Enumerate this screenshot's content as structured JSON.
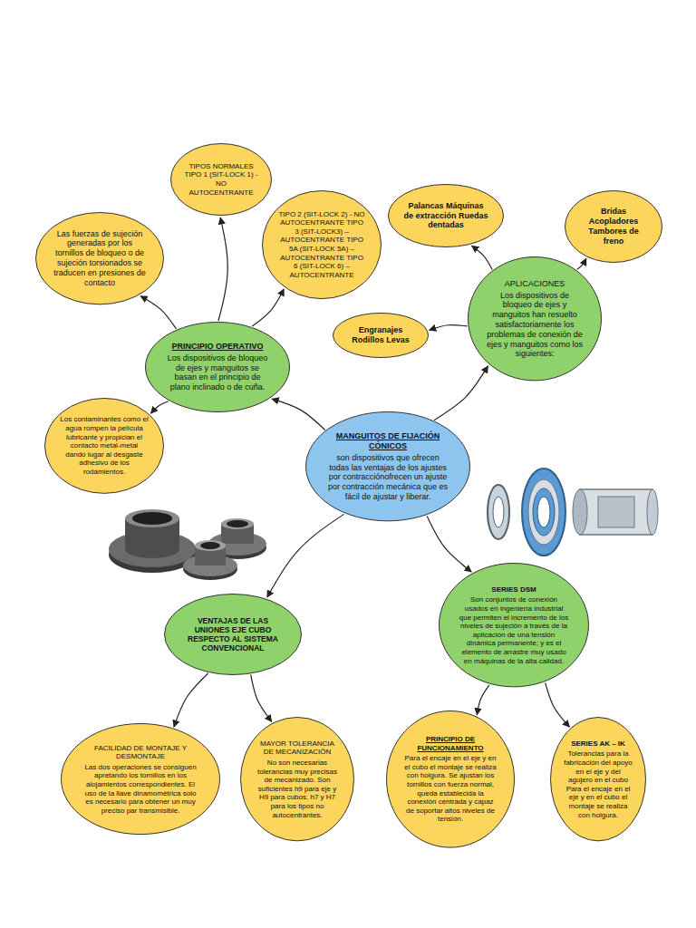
{
  "diagram": {
    "nodes": [
      {
        "text": [
          "TIPOS NORMALES TIPO 1 (SIT-LOCK 1) - NO AUTOCENTRANTE"
        ]
      },
      {
        "text": [
          "Bridas Acopladores Tambores de freno"
        ]
      },
      {
        "text": [
          "Palancas Máquinas de extracción Ruedas dentadas"
        ]
      },
      {
        "text": [
          "Las fuerzas de sujeción generadas por los tornillos de bloqueo o de sujeción torsionados se traducen en presiones de contacto"
        ]
      },
      {
        "text": [
          "TIPO 2 (SIT-LOCK 2) - NO AUTOCENTRANTE TIPO 3 (SIT-LOCK3) – AUTOCENTRANTE TIPO 5A (SIT-LOCK 5A) – AUTOCENTRANTE TIPO 6 (SIT-LOCK 6) – AUTOCENTRANTE"
        ]
      },
      {
        "text": [
          "APLICACIONES",
          "Los dispositivos de bloqueo de ejes y manguitos han resuelto satisfactoriamente los problemas de conexión de ejes y manguitos como los siguientes:"
        ]
      },
      {
        "text": [
          "PRINCIPIO OPERATIVO",
          "Los dispositivos de bloqueo de ejes y manguitos se basan en el principio de plano inclinado o de cuña."
        ]
      },
      {
        "text": [
          "Engranajes Rodillos Levas"
        ]
      },
      {
        "text": [
          "Los contaminantes como el agua rompen la película lubricante y propician el contacto metal-metal dando lugar al desgaste adhesivo de los rodamientos."
        ]
      },
      {
        "text": [
          "MANGUITOS DE FIJACIÓN CÓNICOS",
          "son dispositivos que ofrecen todas las ventajas de los ajustes por contracciónofrecen un ajuste por contracción mecánica que es fácil de ajustar y liberar."
        ]
      },
      {
        "text": [
          "VENTAJAS DE LAS UNIONES EJE CUBO RESPECTO AL SISTEMA CONVENCIONAL"
        ]
      },
      {
        "text": [
          "SERIES DSM",
          "Son conjuntos de conexión usados en ingeniería industrial que permiten el incremento de los niveles de sujeción a través de la aplicación de una tensión dinámica permanente; y es el elemento de arrastre muy usado en máquinas de la alta calidad."
        ]
      },
      {
        "text": [
          "FACILIDAD DE MONTAJE Y DESMONTAJE",
          "Las dos operaciones se consiguen apretando los tornillos en los alojamientos correspondientes. El uso de la llave dinamométrica solo es necesario para obtener un muy preciso par transmisible."
        ]
      },
      {
        "text": [
          "MAYOR TOLERANCIA DE MECANIZACIÓN",
          "No son necesarias tolerancias muy precisas de mecanizado. Son suficientes h9 para eje y H9 para cubos, h7 y H7 para los tipos no autocentrantes."
        ]
      },
      {
        "text": [
          "PRINCIPIO DE FUNCIONAMIENTO",
          "Para el encaje en el eje y en el cubo el montaje se realiza con holgura. Se ajustan los tornillos con fuerza normal, queda establecida la conexión centrada y capaz de soportar altos niveles de tensión."
        ]
      },
      {
        "text": [
          "SERIES AK – IK",
          "Tolerancias para la fabricación del apoyo en el eje y del agujero en el cubo Para el encaje en el eje y en el cubo el montaje se realiza con holgura."
        ]
      }
    ],
    "edges": [
      {
        "from": 9,
        "to": 6,
        "arrow": "to"
      },
      {
        "from": 9,
        "to": 5,
        "arrow": "to"
      },
      {
        "from": 9,
        "to": 10,
        "arrow": "to"
      },
      {
        "from": 9,
        "to": 11,
        "arrow": "to"
      },
      {
        "from": 6,
        "to": 0,
        "arrow": "to"
      },
      {
        "from": 6,
        "to": 3,
        "arrow": "to"
      },
      {
        "from": 6,
        "to": 4,
        "arrow": "to"
      },
      {
        "from": 6,
        "to": 8,
        "arrow": "to"
      },
      {
        "from": 5,
        "to": 2,
        "arrow": "to"
      },
      {
        "from": 5,
        "to": 1,
        "arrow": "to"
      },
      {
        "from": 5,
        "to": 7,
        "arrow": "to"
      },
      {
        "from": 10,
        "to": 12,
        "arrow": "to"
      },
      {
        "from": 10,
        "to": 13,
        "arrow": "to"
      },
      {
        "from": 11,
        "to": 14,
        "arrow": "to"
      },
      {
        "from": 11,
        "to": 15,
        "arrow": "to"
      }
    ]
  }
}
